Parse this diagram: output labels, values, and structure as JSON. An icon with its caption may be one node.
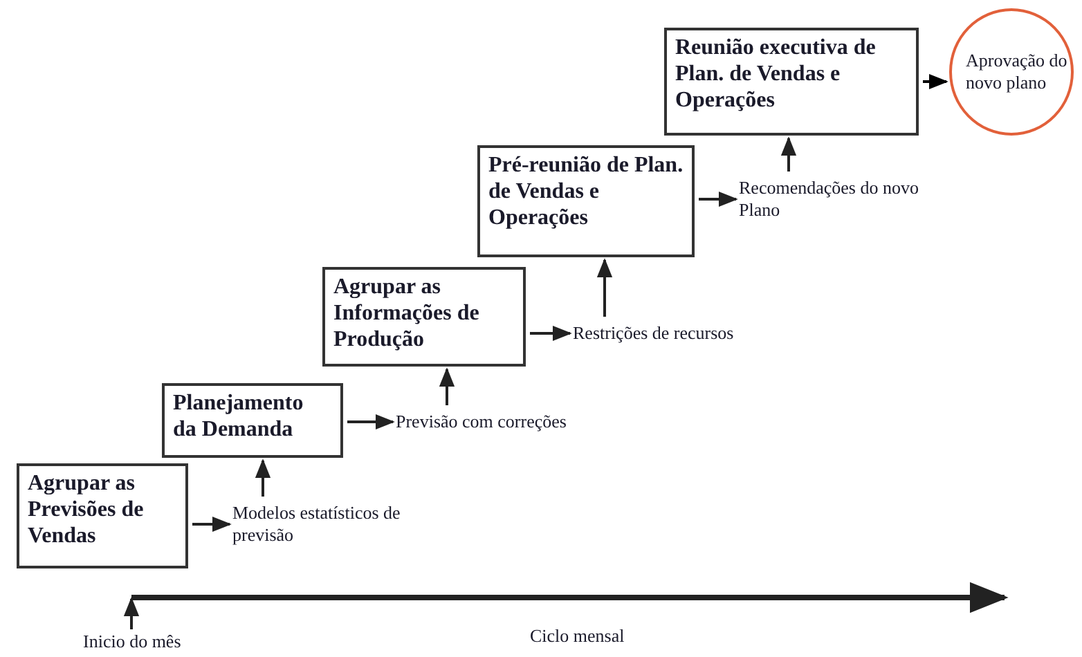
{
  "diagram": {
    "nodes": [
      {
        "text": [
          "Agrupar as Previsões de Vendas"
        ]
      },
      {
        "text": [
          "Modelos estatísticos de previsão"
        ]
      },
      {
        "text": [
          "Planejamento da Demanda"
        ]
      },
      {
        "text": [
          "Previsão com correções"
        ]
      },
      {
        "text": [
          "Agrupar as Informações de Produção"
        ]
      },
      {
        "text": [
          "Restrições de recursos"
        ]
      },
      {
        "text": [
          "Pré-reunião de Plan. de Vendas e Operações"
        ]
      },
      {
        "text": [
          "Recomendações do novo Plano"
        ]
      },
      {
        "text": [
          "Reunião executiva de Plan. de Vendas e Operações"
        ]
      },
      {
        "text": [
          "Aprovação do novo plano"
        ]
      }
    ],
    "edges": [
      {
        "from": 0,
        "to": 1,
        "arrow": "to"
      },
      {
        "from": 1,
        "to": 2,
        "arrow": "to"
      },
      {
        "from": 2,
        "to": 3,
        "arrow": "to"
      },
      {
        "from": 3,
        "to": 4,
        "arrow": "to"
      },
      {
        "from": 4,
        "to": 5,
        "arrow": "to"
      },
      {
        "from": 5,
        "to": 6,
        "arrow": "to"
      },
      {
        "from": 6,
        "to": 7,
        "arrow": "to"
      },
      {
        "from": 7,
        "to": 8,
        "arrow": "to"
      },
      {
        "from": 8,
        "to": 9,
        "arrow": "to",
        "color": "#000000"
      }
    ],
    "labels": [
      "Inicio do mês",
      "Ciclo mensal"
    ]
  }
}
